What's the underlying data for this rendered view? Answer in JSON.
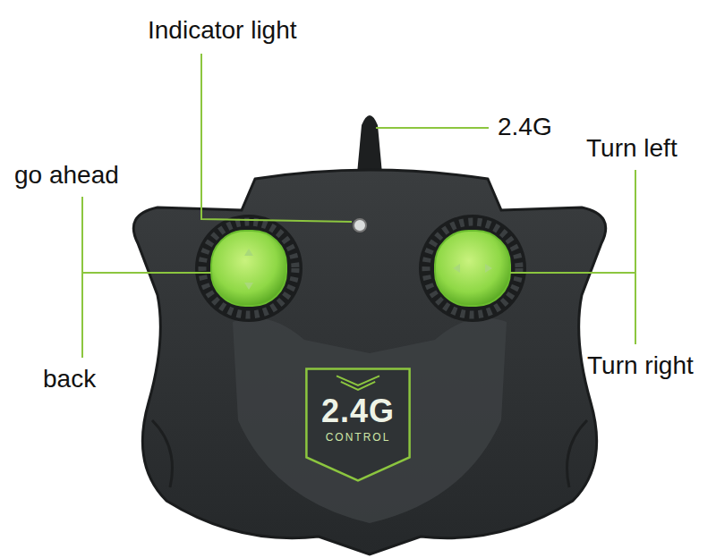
{
  "diagram": {
    "nodes": [
      {
        "text": [
          "2.4G",
          "CONTROL"
        ]
      }
    ],
    "labels": [
      "Indicator light",
      "2.4G",
      "Turn left",
      "go ahead",
      "back",
      "Turn right"
    ]
  }
}
